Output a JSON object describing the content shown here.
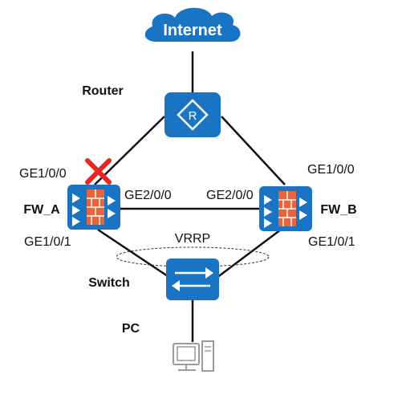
{
  "nodes": {
    "internet": {
      "label": "Internet"
    },
    "router": {
      "label": "Router"
    },
    "fw_a": {
      "label": "FW_A"
    },
    "fw_b": {
      "label": "FW_B"
    },
    "switch": {
      "label": "Switch"
    },
    "pc": {
      "label": "PC"
    }
  },
  "interfaces": {
    "fw_a_up": "GE1/0/0",
    "fw_a_hb": "GE2/0/0",
    "fw_a_down": "GE1/0/1",
    "fw_b_up": "GE1/0/0",
    "fw_b_hb": "GE2/0/0",
    "fw_b_down": "GE1/0/1"
  },
  "vrrp_label": "VRRP",
  "failure_marker": "link-failure",
  "colors": {
    "device_blue": "#1a74c4",
    "firewall_red": "#e8643c",
    "failure_red": "#e8251f",
    "link": "#111111",
    "pc_gray": "#9a9a9a"
  }
}
